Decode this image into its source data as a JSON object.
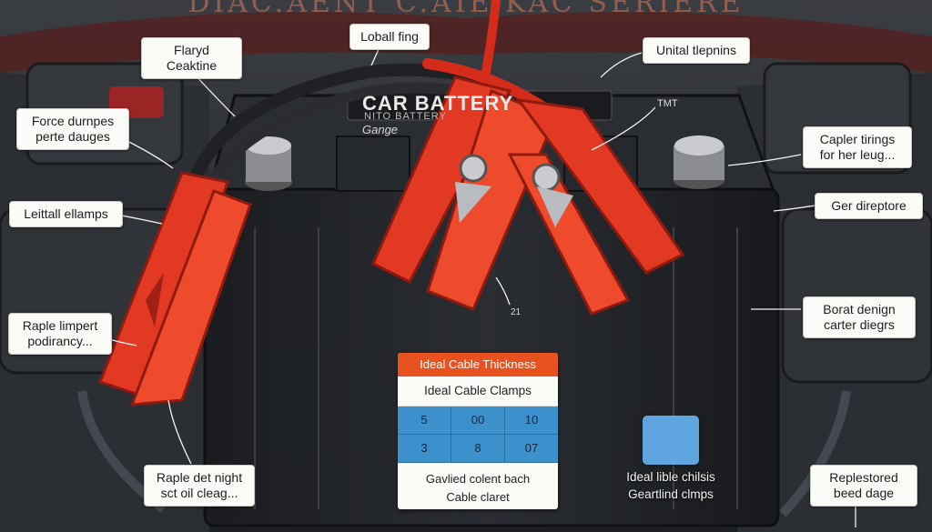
{
  "heading": "DIAC.AENT C.AIE KAC SERIERE",
  "battery": {
    "brand": "CAR BATTERY",
    "model": "NITO BATTERY",
    "gauge": "Gange",
    "tmt": "TMT"
  },
  "callouts": {
    "top_left": "Flaryd Ceaktine",
    "top_center": "Loball fing",
    "top_right": "Unital tlepnins",
    "left_upper": "Force durnpes\nperte dauges",
    "left_mid": "Leittall ellamps",
    "left_lower": "Raple limpert\npodirancy...",
    "bottom_left": "Raple det night\nsct oil cleag...",
    "right_upper": "Capler tirings\nfor her leug...",
    "right_mid": "Ger direptore",
    "right_lower": "Borat denign\ncarter diegrs",
    "bottom_right": "Replestored\nbeed dage"
  },
  "spec_card": {
    "header": "Ideal Cable Thickness",
    "subheader": "Ideal Cable Clamps",
    "rows": [
      [
        "5",
        "00",
        "10"
      ],
      [
        "3",
        "8",
        "07"
      ]
    ],
    "footer_line1": "Gavlied colent bach",
    "footer_line2": "Cable claret"
  },
  "swatch": {
    "label": "Ideal lible chilsis\nGeartlind clmps",
    "color": "#5fa6e0"
  },
  "marker": "21",
  "colors": {
    "clamp_red": "#e23a22",
    "battery_body": "#1f2125",
    "cable": "#24262a",
    "accent_orange": "#e8521f",
    "table_blue": "#3c91cc"
  }
}
